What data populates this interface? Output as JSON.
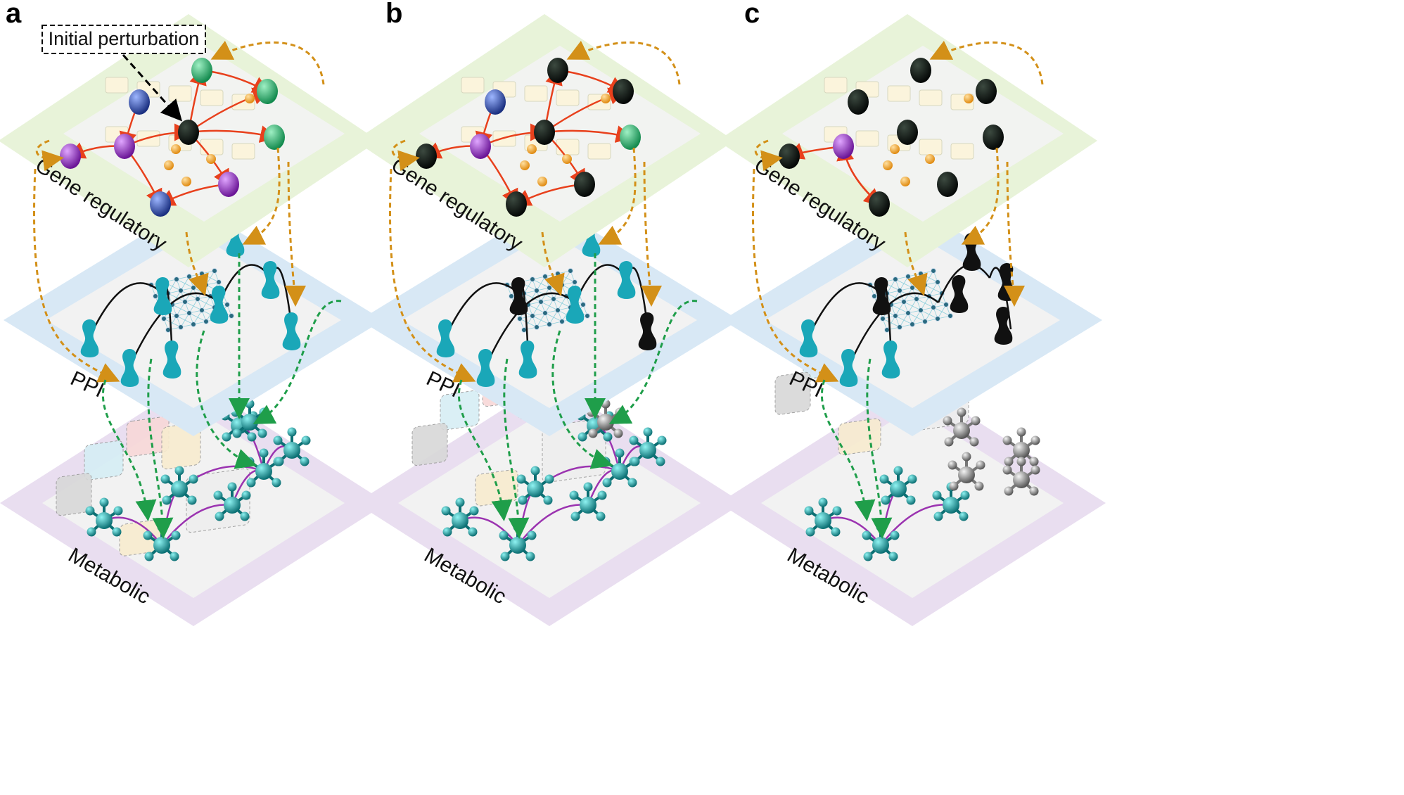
{
  "panels": [
    {
      "letter": "a",
      "layers": [
        "Gene regulatory",
        "PPI",
        "Metabolic"
      ]
    },
    {
      "letter": "b",
      "layers": [
        "Gene regulatory",
        "PPI",
        "Metabolic"
      ]
    },
    {
      "letter": "c",
      "layers": [
        "Gene regulatory",
        "PPI",
        "Metabolic"
      ]
    }
  ],
  "callout": {
    "text": "Initial perturbation"
  },
  "colors": {
    "gene_layer": "#e8f3d9",
    "ppi_layer": "#d8e8f5",
    "metabolic_layer": "#e9def0",
    "inner_plane": "#f2f2f2",
    "regulation_arrow": "#e8401c",
    "cross_link_gene_ppi": "#d39018",
    "cross_link_ppi_metabolic": "#1f9e4a",
    "metabolic_edge": "#9b33b0",
    "protein": "#1aa7b8",
    "failed_node": "#111111",
    "green_gene": "#1fa868",
    "purple_gene": "#8a2ab5",
    "blue_gene": "#2448a8",
    "metabolite": "#1a9aa0"
  }
}
